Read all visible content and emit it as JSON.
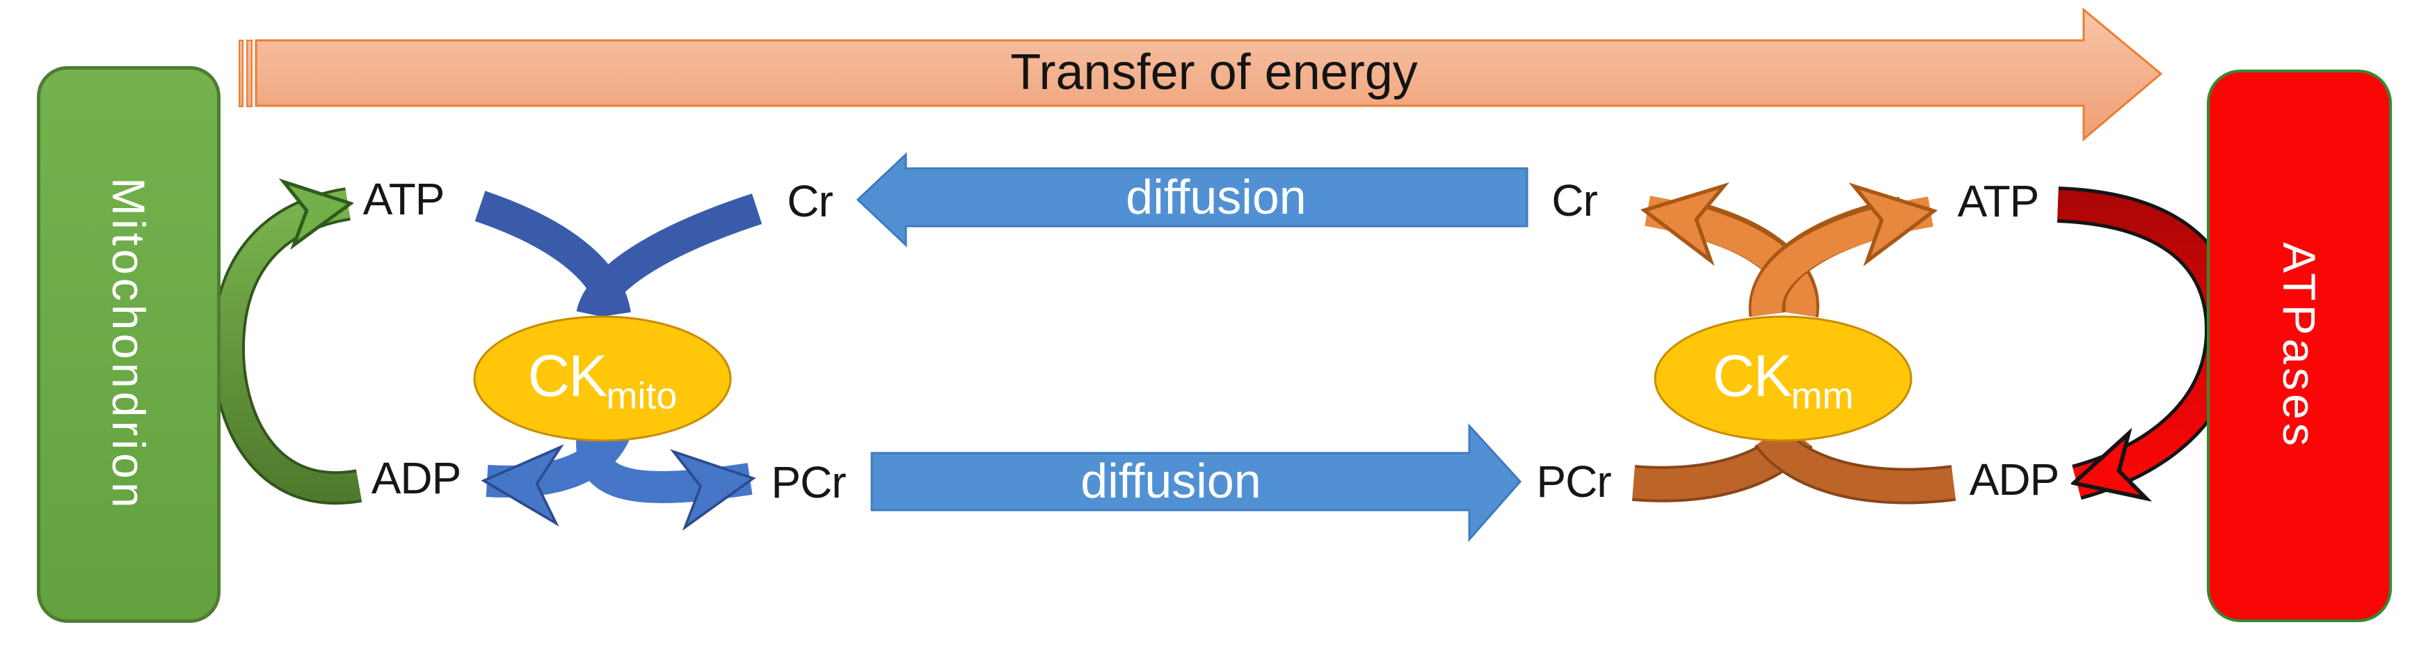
{
  "banner": {
    "label": "Transfer of energy"
  },
  "boxes": {
    "left": {
      "label": "Mitochondrion"
    },
    "right": {
      "label": "ATPases"
    }
  },
  "diffusion": {
    "top_label": "diffusion",
    "bottom_label": "diffusion"
  },
  "left_cluster": {
    "enzyme": "CK",
    "enzyme_sub": "mito",
    "atp": "ATP",
    "adp": "ADP",
    "cr": "Cr",
    "pcr": "PCr"
  },
  "right_cluster": {
    "enzyme": "CK",
    "enzyme_sub": "mm",
    "atp": "ATP",
    "adp": "ADP",
    "cr": "Cr",
    "pcr": "PCr"
  },
  "colors": {
    "banner_fill_top": "#F7C6AA",
    "banner_fill_bottom": "#EF9E74",
    "banner_border": "#ED7D31",
    "mito_box_fill": "#6DAB49",
    "mito_box_border": "#4F7D33",
    "atpase_box_fill": "#FB0606",
    "atpase_box_border": "#2F8C33",
    "enzyme_ellipse_fill": "#FFC60A",
    "enzyme_ellipse_border": "#C98C00",
    "x_arrow_dark_blue": "#3A5BA9",
    "x_arrow_bright_blue": "#4576C8",
    "diffusion_arrow_fill": "#5191D3",
    "diffusion_arrow_border": "#3E7ABF",
    "x_arrow_orange": "#E8883E",
    "x_arrow_brown": "#BD6529",
    "green_arc_light": "#79B54E",
    "green_arc_dark": "#4F7A2D",
    "red_arc_dark": "#A50606",
    "red_arc_bright": "#FF0707",
    "label_text": "#161616",
    "white_text": "#FFFFFF"
  }
}
